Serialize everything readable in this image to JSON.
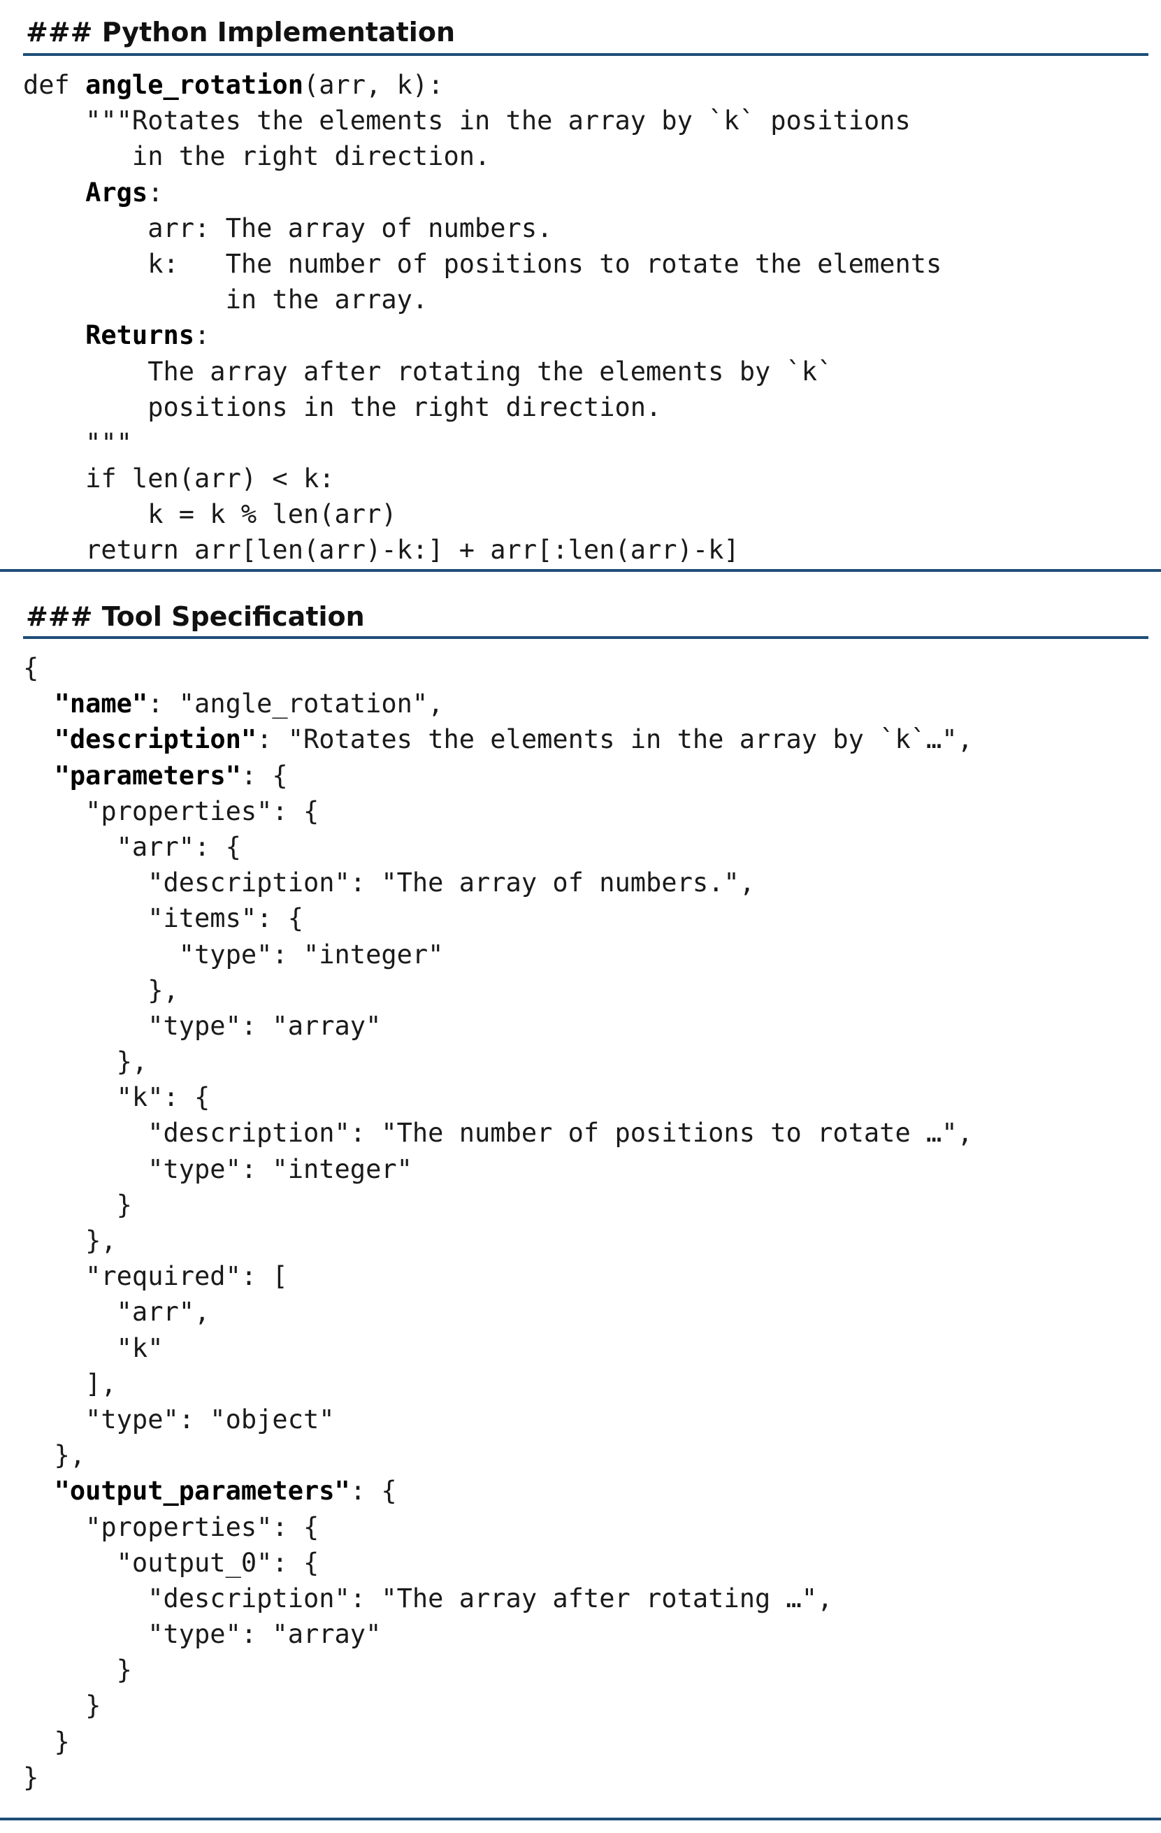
{
  "python_section": {
    "title": "### Python Implementation",
    "lines": [
      [
        {
          "t": "def "
        },
        {
          "t": "angle_rotation",
          "b": true
        },
        {
          "t": "(arr, k):"
        }
      ],
      [
        {
          "t": "    \"\"\"Rotates the elements in the array by `k` positions"
        }
      ],
      [
        {
          "t": "       in the right direction."
        }
      ],
      [
        {
          "t": "    "
        },
        {
          "t": "Args",
          "b": true
        },
        {
          "t": ":"
        }
      ],
      [
        {
          "t": "        arr: The array of numbers."
        }
      ],
      [
        {
          "t": "        k:   The number of positions to rotate the elements"
        }
      ],
      [
        {
          "t": "             in the array."
        }
      ],
      [
        {
          "t": "    "
        },
        {
          "t": "Returns",
          "b": true
        },
        {
          "t": ":"
        }
      ],
      [
        {
          "t": "        The array after rotating the elements by `k`"
        }
      ],
      [
        {
          "t": "        positions in the right direction."
        }
      ],
      [
        {
          "t": "    \"\"\""
        }
      ],
      [
        {
          "t": "    if len(arr) < k:"
        }
      ],
      [
        {
          "t": "        k = k % len(arr)"
        }
      ],
      [
        {
          "t": "    return arr[len(arr)-k:] + arr[:len(arr)-k]"
        }
      ]
    ]
  },
  "tool_section": {
    "title": "### Tool Specification",
    "lines": [
      [
        {
          "t": "{"
        }
      ],
      [
        {
          "t": "  "
        },
        {
          "t": "\"name\"",
          "b": true
        },
        {
          "t": ": \"angle_rotation\","
        }
      ],
      [
        {
          "t": "  "
        },
        {
          "t": "\"description\"",
          "b": true
        },
        {
          "t": ": \"Rotates the elements in the array by `k`…\","
        }
      ],
      [
        {
          "t": "  "
        },
        {
          "t": "\"parameters\"",
          "b": true
        },
        {
          "t": ": {"
        }
      ],
      [
        {
          "t": "    \"properties\": {"
        }
      ],
      [
        {
          "t": "      \"arr\": {"
        }
      ],
      [
        {
          "t": "        \"description\": \"The array of numbers.\","
        }
      ],
      [
        {
          "t": "        \"items\": {"
        }
      ],
      [
        {
          "t": "          \"type\": \"integer\""
        }
      ],
      [
        {
          "t": "        },"
        }
      ],
      [
        {
          "t": "        \"type\": \"array\""
        }
      ],
      [
        {
          "t": "      },"
        }
      ],
      [
        {
          "t": "      \"k\": {"
        }
      ],
      [
        {
          "t": "        \"description\": \"The number of positions to rotate …\","
        }
      ],
      [
        {
          "t": "        \"type\": \"integer\""
        }
      ],
      [
        {
          "t": "      }"
        }
      ],
      [
        {
          "t": "    },"
        }
      ],
      [
        {
          "t": "    \"required\": ["
        }
      ],
      [
        {
          "t": "      \"arr\","
        }
      ],
      [
        {
          "t": "      \"k\""
        }
      ],
      [
        {
          "t": "    ],"
        }
      ],
      [
        {
          "t": "    \"type\": \"object\""
        }
      ],
      [
        {
          "t": "  },"
        }
      ],
      [
        {
          "t": "  "
        },
        {
          "t": "\"output_parameters\"",
          "b": true
        },
        {
          "t": ": {"
        }
      ],
      [
        {
          "t": "    \"properties\": {"
        }
      ],
      [
        {
          "t": "      \"output_0\": {"
        }
      ],
      [
        {
          "t": "        \"description\": \"The array after rotating …\","
        }
      ],
      [
        {
          "t": "        \"type\": \"array\""
        }
      ],
      [
        {
          "t": "      }"
        }
      ],
      [
        {
          "t": "    }"
        }
      ],
      [
        {
          "t": "  }"
        }
      ],
      [
        {
          "t": "}"
        }
      ]
    ]
  },
  "colors": {
    "rule": "#1f4e79",
    "text": "#1a1a1a"
  }
}
